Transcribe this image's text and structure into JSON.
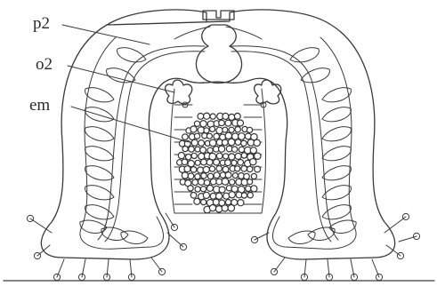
{
  "figure": {
    "labels": [
      {
        "id": "p2",
        "text": "p2"
      },
      {
        "id": "o2",
        "text": "o2"
      },
      {
        "id": "em",
        "text": "em"
      }
    ],
    "colors": {
      "ink": "#3a3a3a",
      "background": "#ffffff"
    }
  }
}
